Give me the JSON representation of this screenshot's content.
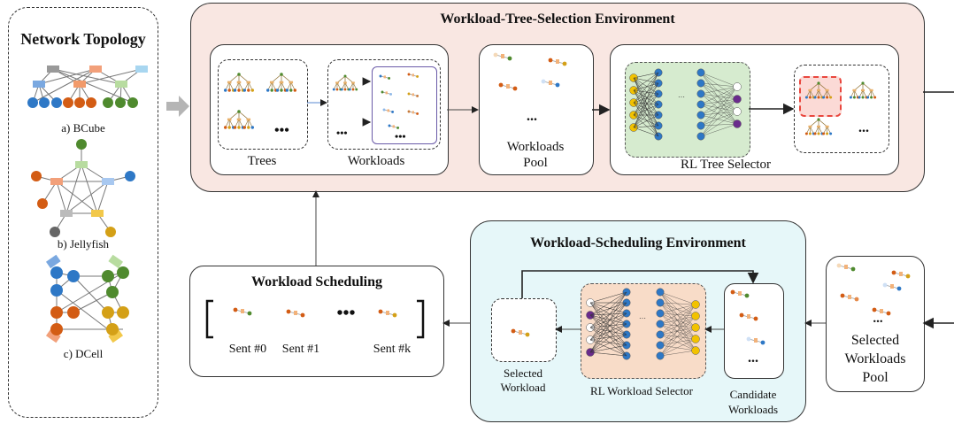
{
  "topology": {
    "title": "Network Topology",
    "bcube": "a) BCube",
    "jellyfish": "b) Jellyfish",
    "dcell": "c) DCell"
  },
  "tree_env": {
    "title": "Workload-Tree-Selection Environment",
    "trees": "Trees",
    "workloads": "Workloads",
    "pool_line1": "Workloads",
    "pool_line2": "Pool",
    "rl_tree_selector": "RL Tree Selector",
    "ellipsis": "..."
  },
  "sched_env": {
    "title": "Workload-Scheduling Environment",
    "selected_line1": "Selected",
    "selected_line2": "Workload",
    "rl_workload_selector": "RL Workload Selector",
    "candidate_line1": "Candidate",
    "candidate_line2": "Workloads",
    "ellipsis": "..."
  },
  "scheduling": {
    "title": "Workload Scheduling",
    "sent0": "Sent #0",
    "sent1": "Sent #1",
    "sentk": "Sent #k",
    "dots": "•••"
  },
  "selected_pool": {
    "line1": "Selected",
    "line2": "Workloads",
    "line3": "Pool",
    "ellipsis": "..."
  },
  "colors": {
    "tree_env_bg": "#f9e7e2",
    "sched_env_bg": "#e6f7f9",
    "nn_green_bg": "#d6ebcf",
    "nn_orange_bg": "#f8dcc8",
    "node_blue": "#2e78c6",
    "node_yellow": "#f2c200",
    "node_purple": "#6a2b8c",
    "node_green": "#4f8a2e",
    "node_orange": "#d35c14",
    "highlight_red": "#e9473e"
  }
}
